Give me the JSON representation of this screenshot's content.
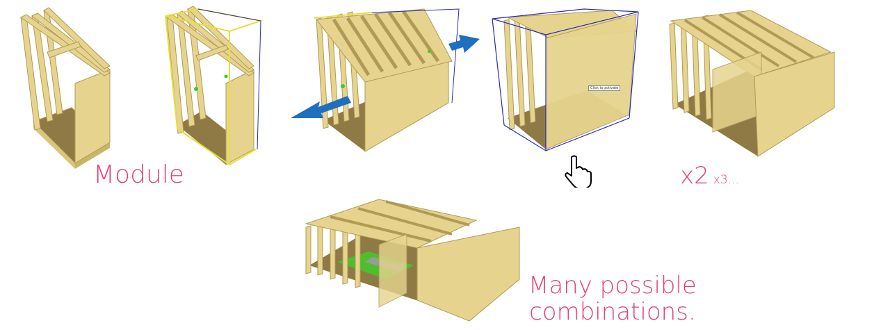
{
  "captions": {
    "module": "Module",
    "multiply_big": "x2",
    "multiply_small": "x3...",
    "combinations_line1": "Many possible",
    "combinations_line2": "combinations."
  },
  "tooltip": "Click to activate",
  "colors": {
    "caption": "#e0457b",
    "wood": "#e6d48e",
    "wood_edge": "#b09a55",
    "floor": "#8f7a45",
    "selection": "#e8e03a",
    "bounding_box": "#2a2ab8",
    "arrow": "#1f6fc0",
    "grass": "#4dbf2a"
  },
  "icons": [
    "hand-pointer-icon",
    "resize-arrow-icon"
  ]
}
